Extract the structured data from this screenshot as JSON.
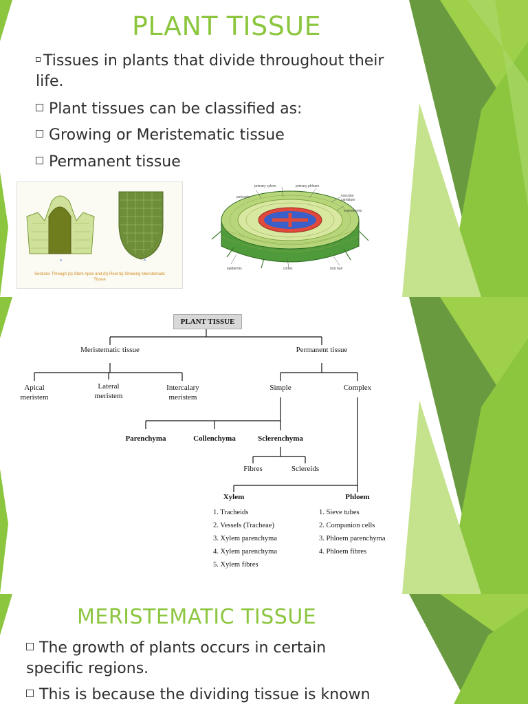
{
  "slide1": {
    "title": "PLANT TISSUE",
    "bullets": [
      "Tissues in plants that divide throughout their",
      "life.",
      "Plant tissues can be classified as:",
      "Growing or Meristematic  tissue",
      "Permanent tissue"
    ],
    "figure_left_caption": "Sections Through (a) Stem Apex and (b) Root tip Showing Meristematic Tissue",
    "figure_left_labels": [
      "a",
      "b"
    ],
    "figure_right_labels": {
      "primary_xylem": "primary xylem",
      "primary_phloem": "primary phloem",
      "pericycle": "pericycle",
      "vascular_cambium": "vascular cambium",
      "endodermis": "endodermis",
      "epidermis": "epidermis",
      "cortex": "cortex",
      "root_hair": "root hair"
    }
  },
  "slide2": {
    "root": "PLANT TISSUE",
    "meristematic": "Meristematic tissue",
    "permanent": "Permanent tissue",
    "apical": [
      "Apical",
      "meristem"
    ],
    "lateral": [
      "Lateral",
      "meristem"
    ],
    "intercalary": [
      "Intercalary",
      "meristem"
    ],
    "simple": "Simple",
    "complex": "Complex",
    "parenchyma": "Parenchyma",
    "collenchyma": "Collenchyma",
    "sclerenchyma": "Sclerenchyma",
    "fibres": "Fibres",
    "sclereids": "Sclereids",
    "xylem": "Xylem",
    "phloem": "Phloem",
    "xylem_items": [
      "1. Tracheids",
      "2. Vessels (Tracheae)",
      "3. Xylem parenchyma",
      "4. Xylem parenchyma",
      "5. Xylem fibres"
    ],
    "phloem_items": [
      "1. Sieve tubes",
      "2. Companion cells",
      "3. Phloem parenchyma",
      "4. Phloem fibres"
    ]
  },
  "slide3": {
    "title": "MERISTEMATIC TISSUE",
    "bullets": [
      "The growth of plants occurs in certain",
      "specific regions.",
      "This is because the dividing tissue is known"
    ]
  },
  "colors": {
    "accent_green": "#8cc63f",
    "dark_green": "#5a8a3a",
    "light_green": "#c5e28d"
  }
}
